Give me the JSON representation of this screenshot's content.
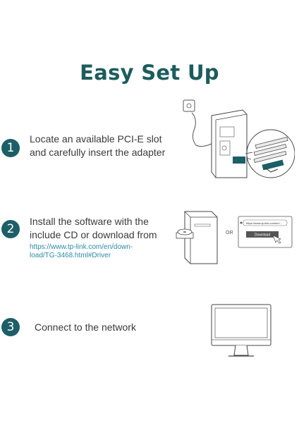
{
  "title": "Easy Set Up",
  "steps": [
    {
      "number": "1",
      "line1": "Locate an available PCI-E slot",
      "line2": "and carefully insert the adapter"
    },
    {
      "number": "2",
      "line1": "Install the software with the",
      "line2": "include CD or download from",
      "link_line1": "https://www.tp-link.com/en/down-",
      "link_line2": "load/TG-3468.html#Driver"
    },
    {
      "number": "3",
      "line1": "Connect to the network"
    }
  ],
  "illustrations": {
    "or_label": "OR",
    "browser_url": "https://www.tp-link.com/en/...",
    "download_button": "Download"
  },
  "colors": {
    "accent": "#1c5f66",
    "title": "#1d5c5c",
    "link": "#2b8aa8"
  }
}
